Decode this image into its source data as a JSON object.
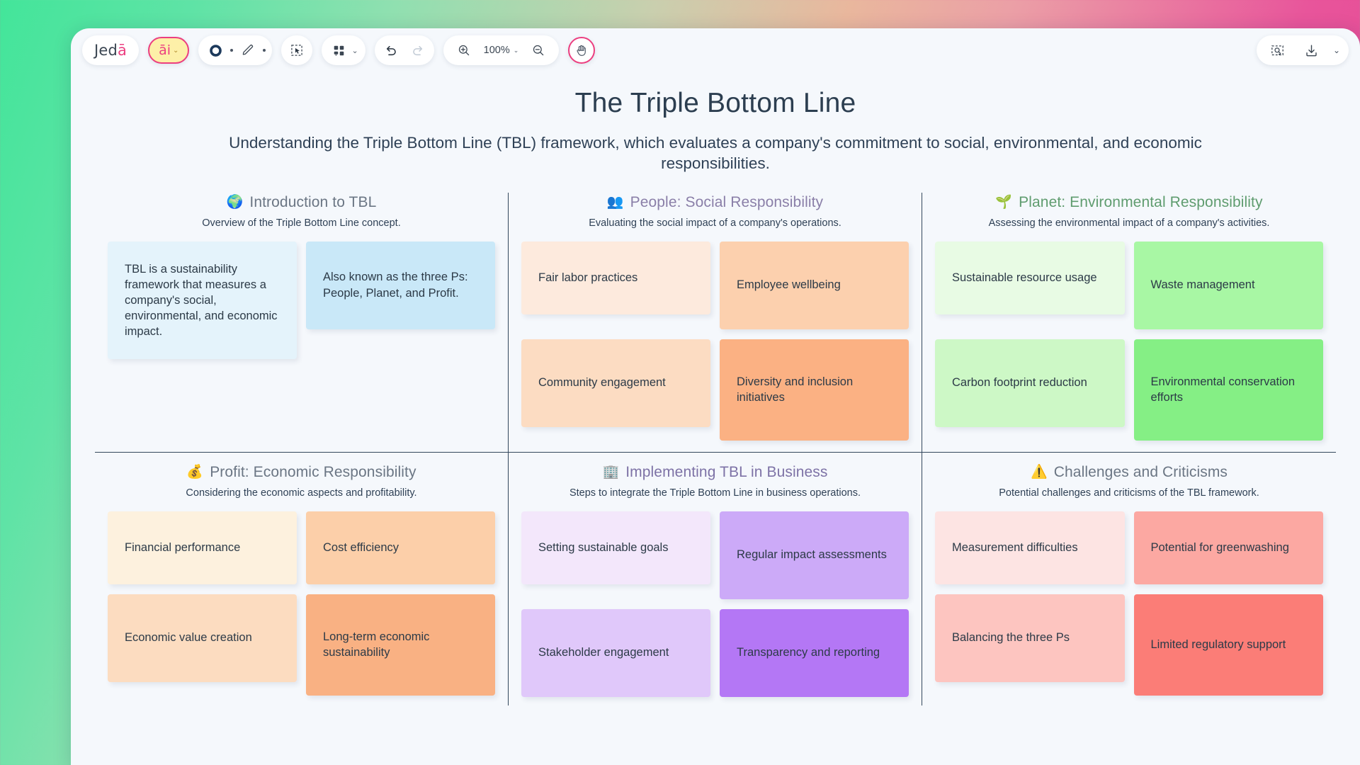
{
  "toolbar": {
    "logo_main": "Jed",
    "logo_accent": "ā",
    "ai_label": "āi",
    "ai_chevron": "⌄",
    "shape_icon": "circle-outline",
    "pen_icon": "pencil",
    "select_icon": "select-marquee",
    "apps_icon": "grid-add",
    "apps_chevron": "⌄",
    "undo_icon": "undo-arrow",
    "redo_icon": "redo-arrow",
    "zoom_in_icon": "magnifier-plus",
    "zoom_level": "100%",
    "zoom_chevron": "⌄",
    "zoom_out_icon": "magnifier-minus",
    "pan_icon": "hand",
    "snapshot_icon": "region-capture",
    "download_icon": "download-arrow",
    "download_chevron": "⌄"
  },
  "deck": {
    "title": "The Triple Bottom Line",
    "subtitle": "Understanding the Triple Bottom Line (TBL) framework, which evaluates a company's commitment to social, environmental, and economic responsibilities."
  },
  "sections": [
    {
      "emoji": "🌍",
      "icon_name": "earth-globe-icon",
      "title": "Introduction to TBL",
      "title_color": "#6b7684",
      "subtitle": "Overview of the Triple Bottom Line concept.",
      "cards": [
        {
          "text": "TBL is a sustainability framework that measures a company's social, environmental, and economic impact.",
          "bg": "#e4f3fb",
          "size": "xtall"
        },
        {
          "text": "Also known as the three Ps: People, Planet, and Profit.",
          "bg": "#c9e8f8",
          "size": "tall"
        }
      ]
    },
    {
      "emoji": "👥",
      "icon_name": "people-icon",
      "title": "People: Social Responsibility",
      "title_color": "#8a7fa8",
      "subtitle": "Evaluating the social impact of a company's operations.",
      "cards": [
        {
          "text": "Fair labor practices",
          "bg": "#fdeadd",
          "size": "normal"
        },
        {
          "text": "Employee wellbeing",
          "bg": "#fcd0ae",
          "size": "tall"
        },
        {
          "text": "Community engagement",
          "bg": "#fcdcc2",
          "size": "tall"
        },
        {
          "text": "Diversity and inclusion initiatives",
          "bg": "#fbb183",
          "size": "xtall"
        }
      ]
    },
    {
      "emoji": "🌱",
      "icon_name": "seedling-icon",
      "title": "Planet: Environmental Responsibility",
      "title_color": "#5f9c6f",
      "subtitle": "Assessing the environmental impact of a company's activities.",
      "cards": [
        {
          "text": "Sustainable resource usage",
          "bg": "#e8fbe4",
          "size": "normal"
        },
        {
          "text": "Waste management",
          "bg": "#a8f7a4",
          "size": "tall"
        },
        {
          "text": "Carbon footprint reduction",
          "bg": "#cdf8c6",
          "size": "tall"
        },
        {
          "text": "Environmental conservation efforts",
          "bg": "#85ef85",
          "size": "xtall"
        }
      ]
    },
    {
      "emoji": "💰",
      "icon_name": "money-bag-icon",
      "title": "Profit: Economic Responsibility",
      "title_color": "#6b7684",
      "subtitle": "Considering the economic aspects and profitability.",
      "cards": [
        {
          "text": "Financial performance",
          "bg": "#fdf1de",
          "size": "normal"
        },
        {
          "text": "Cost efficiency",
          "bg": "#fccfa9",
          "size": "normal"
        },
        {
          "text": "Economic value creation",
          "bg": "#fcdcc0",
          "size": "tall"
        },
        {
          "text": "Long-term economic sustainability",
          "bg": "#f9b183",
          "size": "xtall"
        }
      ]
    },
    {
      "emoji": "🏢",
      "icon_name": "office-building-icon",
      "title": "Implementing TBL in Business",
      "title_color": "#7d72a6",
      "subtitle": "Steps to integrate the Triple Bottom Line in business operations.",
      "cards": [
        {
          "text": "Setting sustainable goals",
          "bg": "#f3e7fb",
          "size": "normal"
        },
        {
          "text": "Regular impact assessments",
          "bg": "#ccaaf8",
          "size": "tall"
        },
        {
          "text": "Stakeholder engagement",
          "bg": "#e0c8fa",
          "size": "tall"
        },
        {
          "text": "Transparency and reporting",
          "bg": "#b477f5",
          "size": "tall"
        }
      ]
    },
    {
      "emoji": "⚠️",
      "icon_name": "warning-triangle-icon",
      "title": "Challenges and Criticisms",
      "title_color": "#6b7684",
      "subtitle": "Potential challenges and criticisms of the TBL framework.",
      "cards": [
        {
          "text": "Measurement difficulties",
          "bg": "#fde4e3",
          "size": "normal"
        },
        {
          "text": "Potential for greenwashing",
          "bg": "#fca8a2",
          "size": "normal"
        },
        {
          "text": "Balancing the three Ps",
          "bg": "#fdc5c0",
          "size": "tall"
        },
        {
          "text": "Limited regulatory support",
          "bg": "#fb7d77",
          "size": "xtall"
        }
      ]
    }
  ]
}
